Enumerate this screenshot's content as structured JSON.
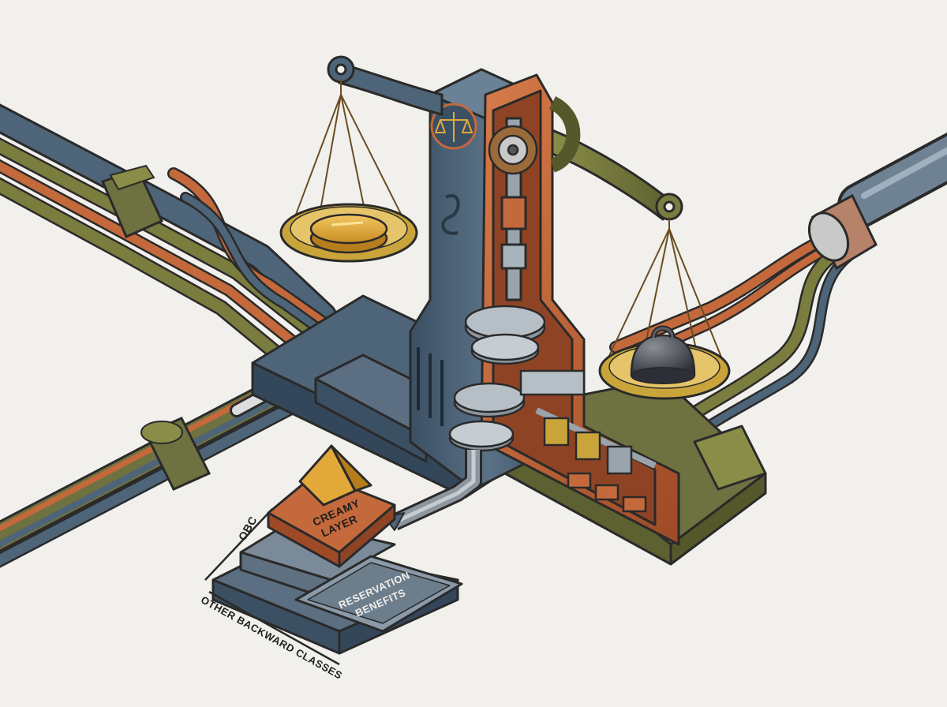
{
  "labels": {
    "creamy_layer_line1": "CREAMY",
    "creamy_layer_line2": "LAYER",
    "reservation_line1": "RESERVATION",
    "reservation_line2": "BENEFITS",
    "obc": "OBC",
    "other_backward_classes": "OTHER BACKWARD CLASSES"
  },
  "colors": {
    "background": "#f1f0ec",
    "steel_blue": "#4e6478",
    "steel_blue_dark": "#34475a",
    "olive": "#7a7d3e",
    "olive_dark": "#55582a",
    "copper": "#c4693c",
    "copper_dark": "#8e4424",
    "gold": "#e2a93a",
    "outline": "#2a2a2a"
  },
  "icons": {
    "machine_emblem": "scales-of-justice-icon",
    "weight": "weight-icon",
    "coin": "gold-coin-icon"
  }
}
